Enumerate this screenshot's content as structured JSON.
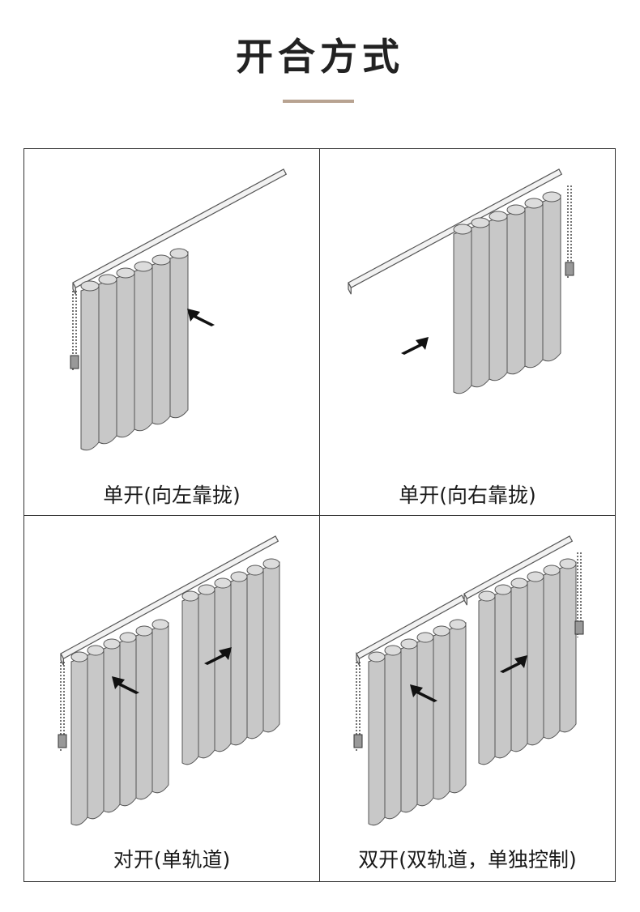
{
  "page": {
    "title": "开合方式",
    "accent_color": "#b8a391"
  },
  "panels": [
    {
      "caption": "单开(向左靠拢)"
    },
    {
      "caption": "单开(向右靠拢)"
    },
    {
      "caption": "对开(单轨道)"
    },
    {
      "caption": "双开(双轨道，单独控制)"
    }
  ],
  "colors": {
    "border": "#333333",
    "rail": "#f2f2f2",
    "slat": "#c8c8c8",
    "slat_edge": "#555555",
    "arrow": "#111111"
  }
}
